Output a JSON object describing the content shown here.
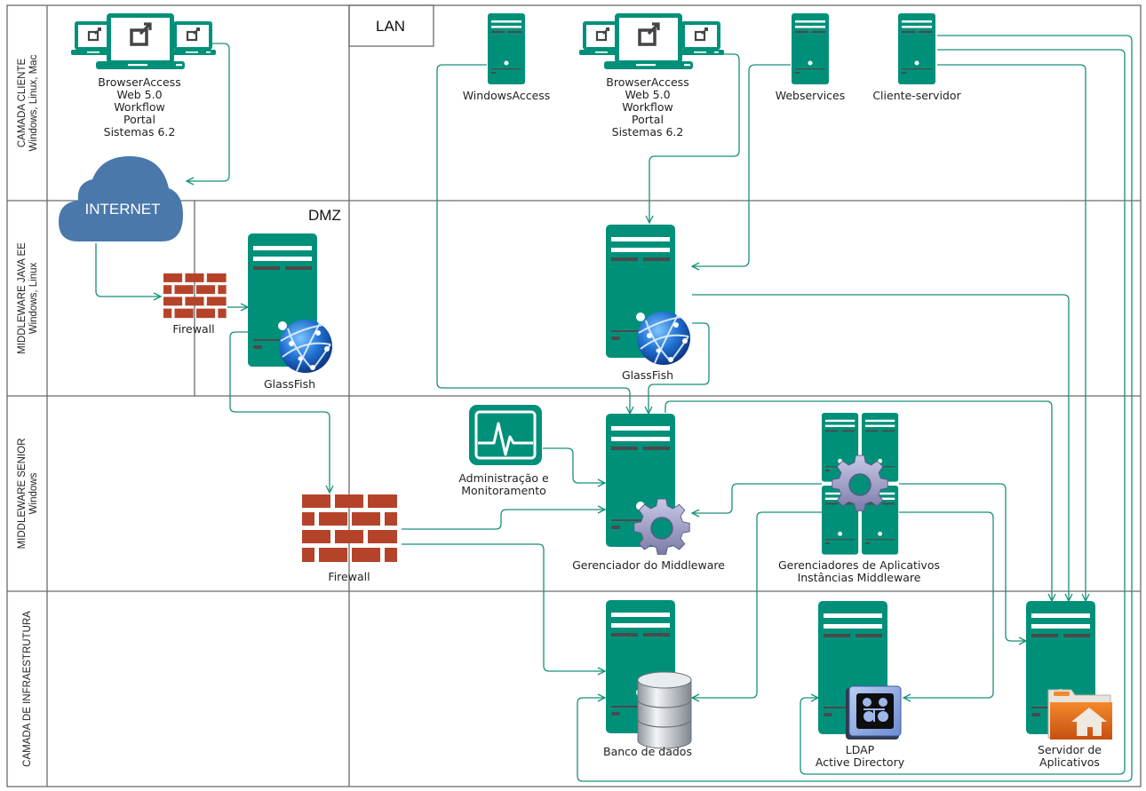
{
  "lanes": [
    {
      "title": "CAMADA CLIENTE",
      "subtitle": "Windows, Linux, Mac"
    },
    {
      "title": "MIDDLEWARE JAVA EE",
      "subtitle": "Windows, Linux"
    },
    {
      "title": "MIDDLEWARE SENIOR",
      "subtitle": "Windows"
    },
    {
      "title": "CAMADA DE INFRAESTRUTURA",
      "subtitle": ""
    }
  ],
  "zones": {
    "lan": "LAN",
    "dmz": "DMZ",
    "internet": "INTERNET"
  },
  "nodes": {
    "client_internet": {
      "lines": [
        "BrowserAccess",
        "Web 5.0",
        "Workflow",
        "Portal",
        "Sistemas 6.2"
      ],
      "icon": "laptops-icon"
    },
    "client_lan_browser": {
      "lines": [
        "BrowserAccess",
        "Web 5.0",
        "Workflow",
        "Portal",
        "Sistemas 6.2"
      ],
      "icon": "laptops-icon"
    },
    "windows_access": {
      "lines": [
        "WindowsAccess"
      ],
      "icon": "server-icon"
    },
    "webservices": {
      "lines": [
        "Webservices"
      ],
      "icon": "server-icon"
    },
    "cliente_servidor": {
      "lines": [
        "Cliente-servidor"
      ],
      "icon": "server-icon"
    },
    "firewall_dmz": {
      "lines": [
        "Firewall"
      ],
      "icon": "firewall-icon"
    },
    "glassfish_dmz": {
      "lines": [
        "GlassFish"
      ],
      "icon": "globe-icon"
    },
    "glassfish_lan": {
      "lines": [
        "GlassFish"
      ],
      "icon": "globe-icon"
    },
    "admin_monitor": {
      "lines": [
        "Administração e",
        "Monitoramento"
      ],
      "icon": "monitor-pulse-icon"
    },
    "firewall_senior": {
      "lines": [
        "Firewall"
      ],
      "icon": "firewall-icon"
    },
    "gerenciador_middleware": {
      "lines": [
        "Gerenciador do Middleware"
      ],
      "icon": "gear-icon"
    },
    "gerenciadores_aplicativos": {
      "lines": [
        "Gerenciadores de Aplicativos",
        "Instâncias Middleware"
      ],
      "icon": "gear-icon"
    },
    "banco_dados": {
      "lines": [
        "Banco de dados"
      ],
      "icon": "database-icon"
    },
    "ldap": {
      "lines": [
        "LDAP",
        "Active Directory"
      ],
      "icon": "directory-book-icon"
    },
    "servidor_aplicativos": {
      "lines": [
        "Servidor de",
        "Aplicativos"
      ],
      "icon": "home-folder-icon"
    }
  },
  "colors": {
    "server": "#00907a",
    "connector": "#17907a",
    "cloud": "#4a78aa",
    "firewall": "#b5432a",
    "grid": "#6b6b6b"
  }
}
